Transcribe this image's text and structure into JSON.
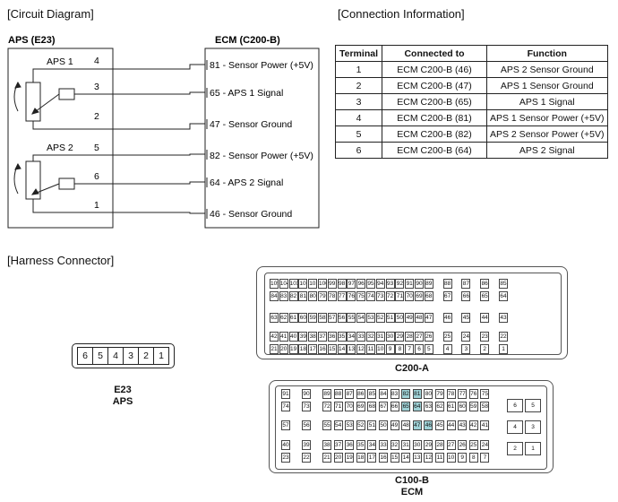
{
  "sections": {
    "circuit": "[Circuit Diagram]",
    "connection": "[Connection Information]",
    "harness": "[Harness Connector]"
  },
  "circuit": {
    "aps_label": "APS (E23)",
    "ecm_label": "ECM (C200-B)",
    "aps1": "APS 1",
    "aps2": "APS 2",
    "wires": [
      {
        "pin": "4",
        "ecm": "81 - Sensor Power (+5V)"
      },
      {
        "pin": "3",
        "ecm": "65 - APS 1 Signal"
      },
      {
        "pin": "2",
        "ecm": "47 - Sensor Ground"
      },
      {
        "pin": "5",
        "ecm": "82 - Sensor Power (+5V)"
      },
      {
        "pin": "6",
        "ecm": "64 - APS 2 Signal"
      },
      {
        "pin": "1",
        "ecm": "46 - Sensor Ground"
      }
    ]
  },
  "table": {
    "headers": [
      "Terminal",
      "Connected to",
      "Function"
    ],
    "rows": [
      [
        "1",
        "ECM C200-B (46)",
        "APS 2 Sensor Ground"
      ],
      [
        "2",
        "ECM C200-B (47)",
        "APS 1 Sensor Ground"
      ],
      [
        "3",
        "ECM C200-B (65)",
        "APS 1 Signal"
      ],
      [
        "4",
        "ECM C200-B (81)",
        "APS 1 Sensor Power (+5V)"
      ],
      [
        "5",
        "ECM C200-B (82)",
        "APS 2 Sensor Power (+5V)"
      ],
      [
        "6",
        "ECM C200-B (64)",
        "APS 2 Signal"
      ]
    ]
  },
  "e23": {
    "pins": [
      "6",
      "5",
      "4",
      "3",
      "2",
      "1"
    ],
    "caption_line1": "E23",
    "caption_line2": "APS"
  },
  "c200a": {
    "caption": "C200-A",
    "rows": [
      [
        "105",
        "104",
        "103",
        "102",
        "101",
        "100",
        "99",
        "98",
        "97",
        "96",
        "95",
        "94",
        "93",
        "92",
        "91",
        "90",
        "89",
        "|",
        "88",
        "|",
        "87",
        "|",
        "86",
        "|",
        "85"
      ],
      [
        "84",
        "83",
        "82",
        "81",
        "80",
        "79",
        "78",
        "77",
        "76",
        "75",
        "74",
        "73",
        "72",
        "71",
        "70",
        "69",
        "68",
        "|",
        "67",
        "|",
        "66",
        "|",
        "65",
        "|",
        "64"
      ],
      [
        "63",
        "62",
        "61",
        "60",
        "59",
        "58",
        "57",
        "56",
        "55",
        "54",
        "53",
        "52",
        "51",
        "50",
        "49",
        "48",
        "47",
        "|",
        "46",
        "|",
        "45",
        "|",
        "44",
        "|",
        "43"
      ],
      [
        "42",
        "41",
        "40",
        "39",
        "38",
        "37",
        "36",
        "35",
        "34",
        "33",
        "32",
        "31",
        "30",
        "29",
        "28",
        "27",
        "26",
        "|",
        "25",
        "|",
        "24",
        "|",
        "23",
        "|",
        "22"
      ],
      [
        "21",
        "20",
        "19",
        "18",
        "17",
        "16",
        "15",
        "14",
        "13",
        "12",
        "11",
        "10",
        "9",
        "8",
        "7",
        "6",
        "5",
        "|",
        "4",
        "|",
        "3",
        "|",
        "2",
        "|",
        "1"
      ]
    ]
  },
  "c100b": {
    "caption_line1": "C100-B",
    "caption_line2": "ECM",
    "highlight": [
      "82",
      "81",
      "65",
      "64",
      "47",
      "46"
    ],
    "rows": [
      [
        "91",
        "90",
        "89",
        "88",
        "87",
        "86",
        "85",
        "84",
        "83",
        "82",
        "81",
        "80",
        "79",
        "78",
        "77",
        "76",
        "75"
      ],
      [
        "74",
        "73",
        "72",
        "71",
        "70",
        "69",
        "68",
        "67",
        "66",
        "65",
        "64",
        "63",
        "62",
        "61",
        "60",
        "59",
        "58"
      ],
      [
        "57",
        "56",
        "55",
        "54",
        "53",
        "52",
        "51",
        "50",
        "49",
        "48",
        "47",
        "46",
        "45",
        "44",
        "43",
        "42",
        "41"
      ],
      [
        "40",
        "39",
        "38",
        "37",
        "36",
        "35",
        "34",
        "33",
        "32",
        "31",
        "30",
        "29",
        "28",
        "27",
        "26",
        "25",
        "24"
      ],
      [
        "23",
        "22",
        "21",
        "20",
        "19",
        "18",
        "17",
        "16",
        "15",
        "14",
        "13",
        "12",
        "11",
        "10",
        "9",
        "8",
        "7"
      ]
    ],
    "side": [
      [
        "6",
        "5"
      ],
      [
        "4",
        "3"
      ],
      [
        "2",
        "1"
      ]
    ]
  }
}
